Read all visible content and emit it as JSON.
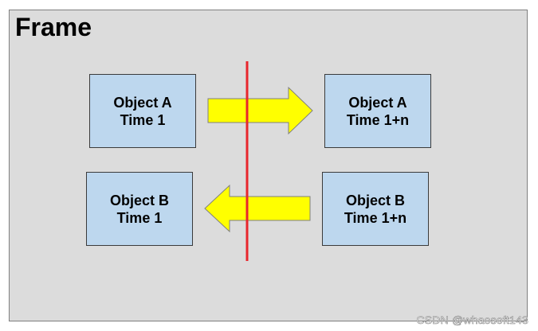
{
  "frame": {
    "title": "Frame"
  },
  "objects": {
    "a_time1": {
      "line1": "Object A",
      "line2": "Time 1"
    },
    "a_time1n": {
      "line1": "Object A",
      "line2": "Time 1+n"
    },
    "b_time1": {
      "line1": "Object B",
      "line2": "Time 1"
    },
    "b_time1n": {
      "line1": "Object B",
      "line2": "Time 1+n"
    }
  },
  "colors": {
    "frame_bg": "#dcdcdc",
    "box_fill": "#bdd7ee",
    "arrow_fill": "#ffff00",
    "arrow_stroke": "#7f7f7f",
    "divider": "#e8262d"
  },
  "watermark": "CSDN @whaosoft143"
}
